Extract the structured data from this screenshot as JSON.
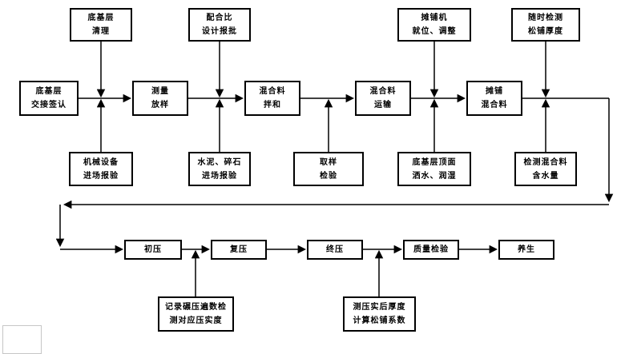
{
  "diagram": {
    "description": "construction process flowchart",
    "nodes": [
      {
        "id": "subbase-cleaning",
        "lines": [
          "底基层",
          "清理"
        ]
      },
      {
        "id": "mix-ratio-approval",
        "lines": [
          "配合比",
          "设计报批"
        ]
      },
      {
        "id": "paver-positioning",
        "lines": [
          "摊铺机",
          "就位、调整"
        ]
      },
      {
        "id": "loose-thickness-check",
        "lines": [
          "随时检测",
          "松铺厚度"
        ]
      },
      {
        "id": "subbase-handover",
        "lines": [
          "底基层",
          "交接签认"
        ]
      },
      {
        "id": "survey-layout",
        "lines": [
          "测量",
          "放样"
        ]
      },
      {
        "id": "mixture-mixing",
        "lines": [
          "混合料",
          "拌和"
        ]
      },
      {
        "id": "mixture-transport",
        "lines": [
          "混合料",
          "运输"
        ]
      },
      {
        "id": "mixture-paving",
        "lines": [
          "摊铺",
          "混合料"
        ]
      },
      {
        "id": "equipment-inspection",
        "lines": [
          "机械设备",
          "进场报验"
        ]
      },
      {
        "id": "material-inspection",
        "lines": [
          "水泥、碎石",
          "进场报验"
        ]
      },
      {
        "id": "sampling-test",
        "lines": [
          "取样",
          "检验"
        ]
      },
      {
        "id": "surface-wetting",
        "lines": [
          "底基层顶面",
          "洒水、润湿"
        ]
      },
      {
        "id": "moisture-check",
        "lines": [
          "检测混合料",
          "含水量"
        ]
      },
      {
        "id": "initial-rolling",
        "lines": [
          "初压"
        ]
      },
      {
        "id": "second-rolling",
        "lines": [
          "复压"
        ]
      },
      {
        "id": "final-rolling",
        "lines": [
          "终压"
        ]
      },
      {
        "id": "quality-check",
        "lines": [
          "质量检验"
        ]
      },
      {
        "id": "curing",
        "lines": [
          "养生"
        ]
      },
      {
        "id": "rolling-record",
        "lines": [
          "记录碾压遍数检",
          "测对应压实度"
        ]
      },
      {
        "id": "thickness-measure",
        "lines": [
          "测压实后厚度",
          "计算松铺系数"
        ]
      }
    ],
    "line_color": "#000000",
    "background_color": "#ffffff"
  }
}
